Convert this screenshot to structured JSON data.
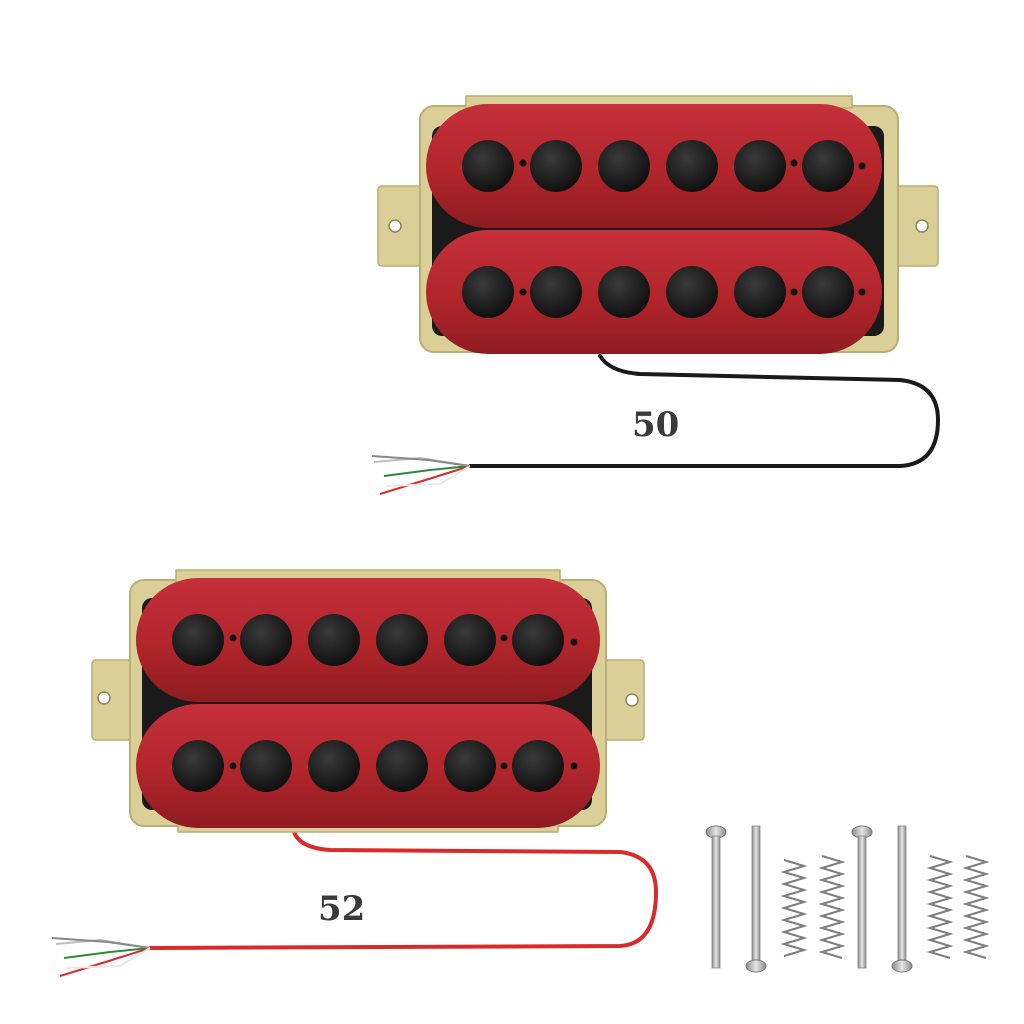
{
  "products": {
    "pickup_top": {
      "label": "50",
      "cable_color": "#1a1a1a",
      "pole_count": 12
    },
    "pickup_bottom": {
      "label": "52",
      "cable_color": "#d92b2b",
      "pole_count": 12
    }
  },
  "colors": {
    "bobbin": "#b8262c",
    "bobbin_shade": "#8e1c21",
    "baseplate": "#d9cf97",
    "baseplate_edge": "#b9ae73",
    "pole": "#161616",
    "metal": "#b9b9b9"
  },
  "accessories": {
    "screws": 4,
    "springs": 4
  }
}
